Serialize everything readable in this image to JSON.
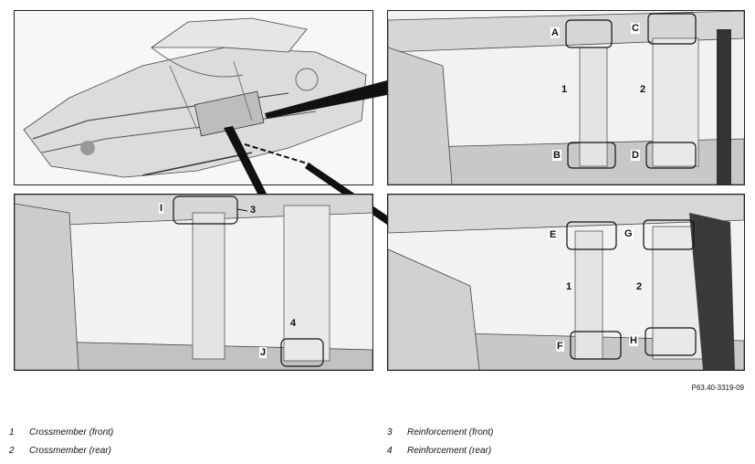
{
  "panels": {
    "overview": {},
    "top_right": {
      "callouts": [
        "A",
        "C",
        "B",
        "D"
      ],
      "numbers": [
        "1",
        "2"
      ]
    },
    "bottom_left": {
      "callouts": [
        "I",
        "J"
      ],
      "numbers": [
        "3",
        "4"
      ]
    },
    "bottom_right": {
      "callouts": [
        "E",
        "G",
        "F",
        "H"
      ],
      "numbers": [
        "1",
        "2"
      ]
    }
  },
  "figure_ref": "P63.40-3319-09",
  "legend": [
    {
      "num": "1",
      "text": "Crossmember (front)"
    },
    {
      "num": "2",
      "text": "Crossmember (rear)"
    },
    {
      "num": "3",
      "text": "Reinforcement (front)"
    },
    {
      "num": "4",
      "text": "Reinforcement (rear)"
    }
  ],
  "colors": {
    "line": "#222222",
    "panel_bg": "#f2f2f2",
    "metal": "#d9d9d9",
    "shadow": "#9a9a9a"
  }
}
